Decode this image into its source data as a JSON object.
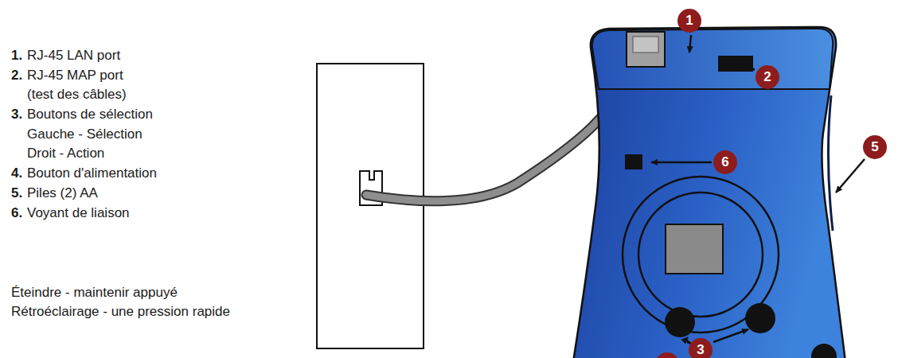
{
  "diagram": {
    "nodes": [
      {
        "text": [
          "1"
        ]
      },
      {
        "text": [
          "2"
        ]
      },
      {
        "text": [
          "5"
        ]
      },
      {
        "text": [
          "6"
        ]
      },
      {
        "text": [
          "3"
        ]
      }
    ],
    "labels": [
      "1.",
      "RJ-45 LAN port",
      "2.",
      "RJ-45 MAP port",
      "(test des câbles)",
      "3.",
      "Boutons de sélection",
      "Gauche - Sélection",
      "Droit - Action",
      "4.",
      "Bouton d'alimentation",
      "5.",
      "Piles (2) AA",
      "6.",
      "Voyant de liaison",
      "Éteindre - maintenir appuyé",
      "Rétroéclairage - une pression rapide"
    ]
  }
}
